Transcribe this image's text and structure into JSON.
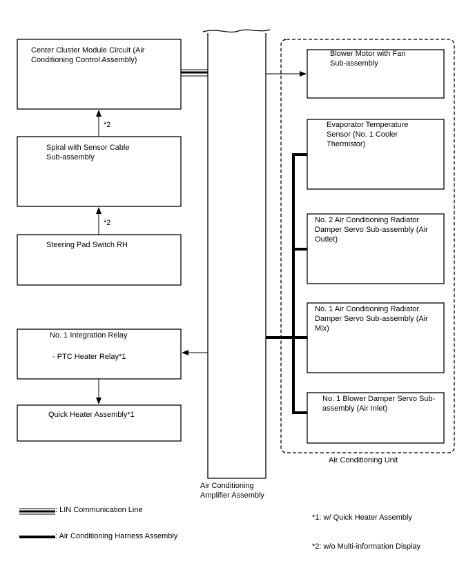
{
  "blocks": {
    "center_cluster": "Center Cluster Module Circuit (Air\nConditioning Control Assembly)",
    "spiral_cable": "Spiral with Sensor Cable\nSub-assembly",
    "steering_pad": "Steering Pad Switch RH",
    "integration_relay": "No. 1 Integration Relay",
    "ptc_heater_relay": "- PTC Heater Relay*1",
    "quick_heater": "Quick Heater Assembly*1",
    "amplifier": "Air Conditioning\nAmplifier Assembly",
    "blower_motor": "Blower Motor with Fan\nSub-assembly",
    "evaporator_sensor": "Evaporator Temperature\nSensor (No. 1 Cooler\nThermistor)",
    "damper_outlet": "No. 2 Air Conditioning Radiator\nDamper Servo Sub-assembly (Air\nOutlet)",
    "damper_mix": "No. 1 Air Conditioning Radiator\nDamper Servo Sub-assembly (Air\nMix)",
    "damper_inlet": "No. 1 Blower Damper Servo Sub-\nassembly (Air Inlet)",
    "ac_unit": "Air Conditioning Unit"
  },
  "arrow_notes": {
    "cluster_from_spiral": "*2",
    "spiral_from_pad": "*2"
  },
  "legend": {
    "lin": ": LIN Communication Line",
    "harness": ": Air Conditioning Harness Assembly"
  },
  "notes": {
    "note1": "*1: w/ Quick Heater Assembly",
    "note2": "*2: w/o Multi-information Display"
  }
}
